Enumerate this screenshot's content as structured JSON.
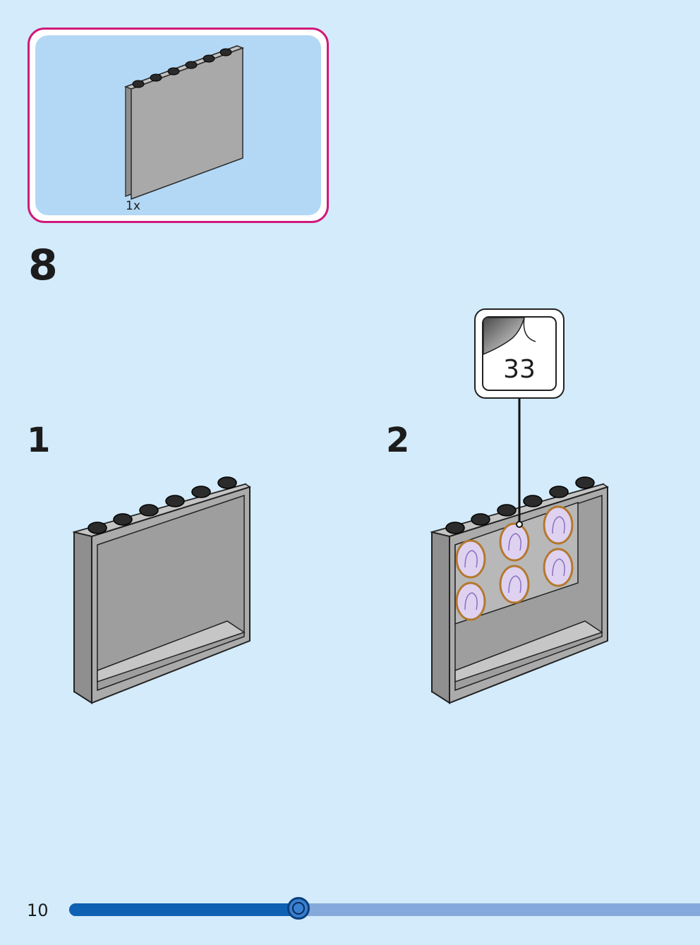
{
  "parts": {
    "quantity": "1x",
    "piece_icon": "wall-panel-1x6x5"
  },
  "steps": {
    "main": "8",
    "sub": [
      "1",
      "2"
    ]
  },
  "sticker": {
    "number": "33",
    "icon": "sticker-curl-icon"
  },
  "page": {
    "number": "10"
  },
  "progress": {
    "fraction": 0.365
  },
  "colors": {
    "background": "#d3ebfa",
    "callout_border": "#d0197a",
    "callout_fill": "#b3d8f5",
    "brick_gray": "#a9a9a9",
    "progress_fill": "#0f61b3",
    "progress_track": "#86a9dc"
  }
}
